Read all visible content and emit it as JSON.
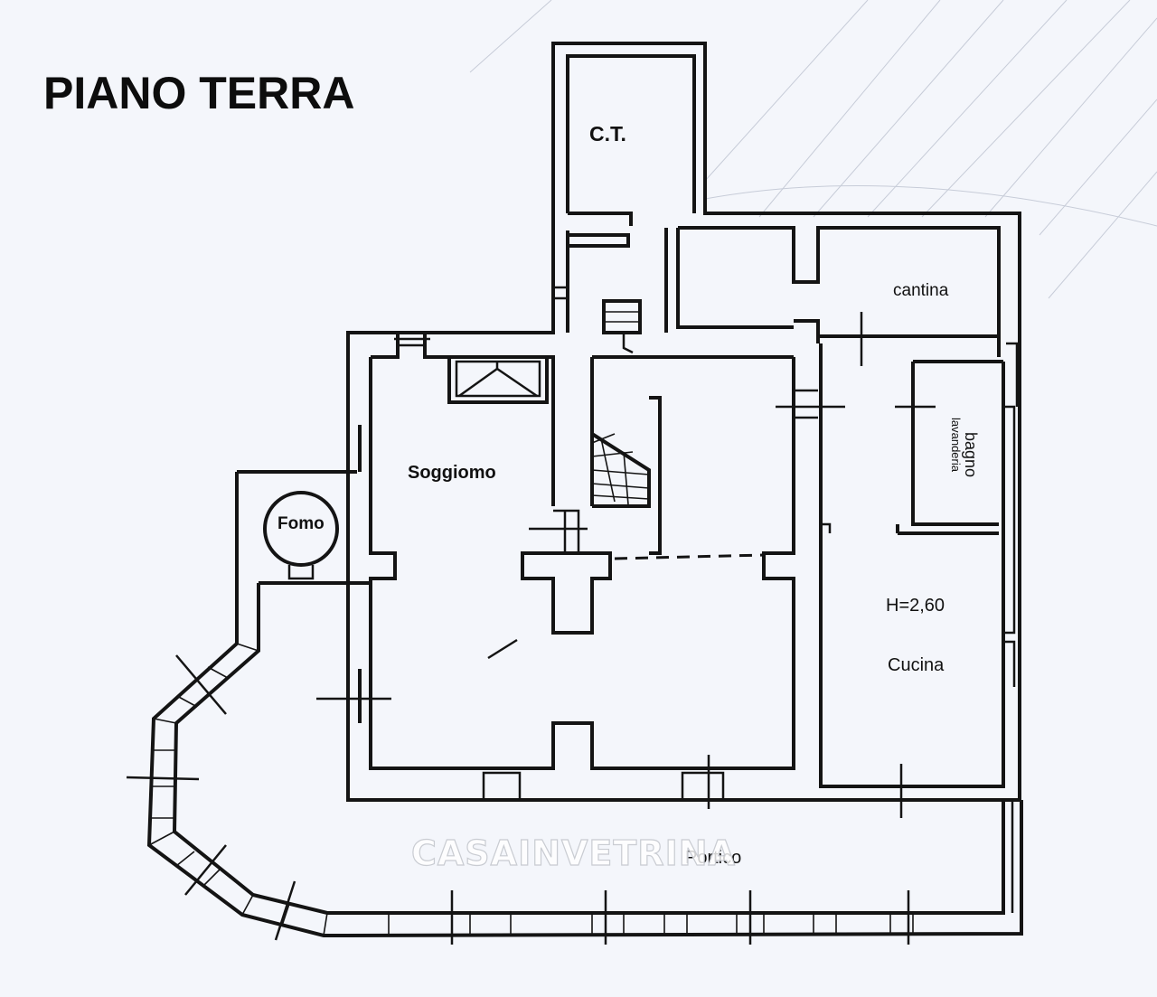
{
  "plan": {
    "title": "PIANO TERRA",
    "rooms": {
      "ct": "C.T.",
      "cantina": "cantina",
      "lavanderia": "lavanderia",
      "bagno": "bagno",
      "soggiorno": "Soggiomo",
      "forno": "Fomo",
      "height": "H=2,60",
      "cucina": "Cucina",
      "portico": "Portico"
    },
    "watermark": "CASAINVETRINA"
  },
  "colors": {
    "paper": "#f4f6fb",
    "ink": "#141414"
  }
}
